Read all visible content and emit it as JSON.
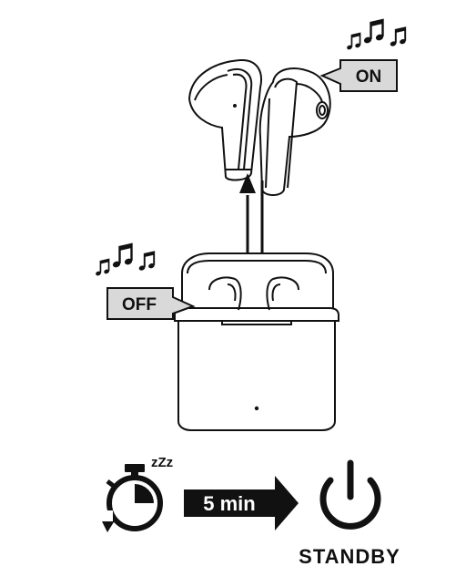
{
  "labels": {
    "on": "ON",
    "off": "OFF",
    "duration": "5 min",
    "standby": "STANDBY",
    "sleep": "zZz"
  },
  "icons": {
    "notes_top": "music-notes-icon",
    "notes_left": "music-notes-icon",
    "timer": "stopwatch-icon",
    "power": "power-icon",
    "arrow": "right-arrow-icon"
  },
  "colors": {
    "ink": "#111111",
    "callout_fill": "#d9d9d9",
    "arrow_fill": "#111111"
  }
}
